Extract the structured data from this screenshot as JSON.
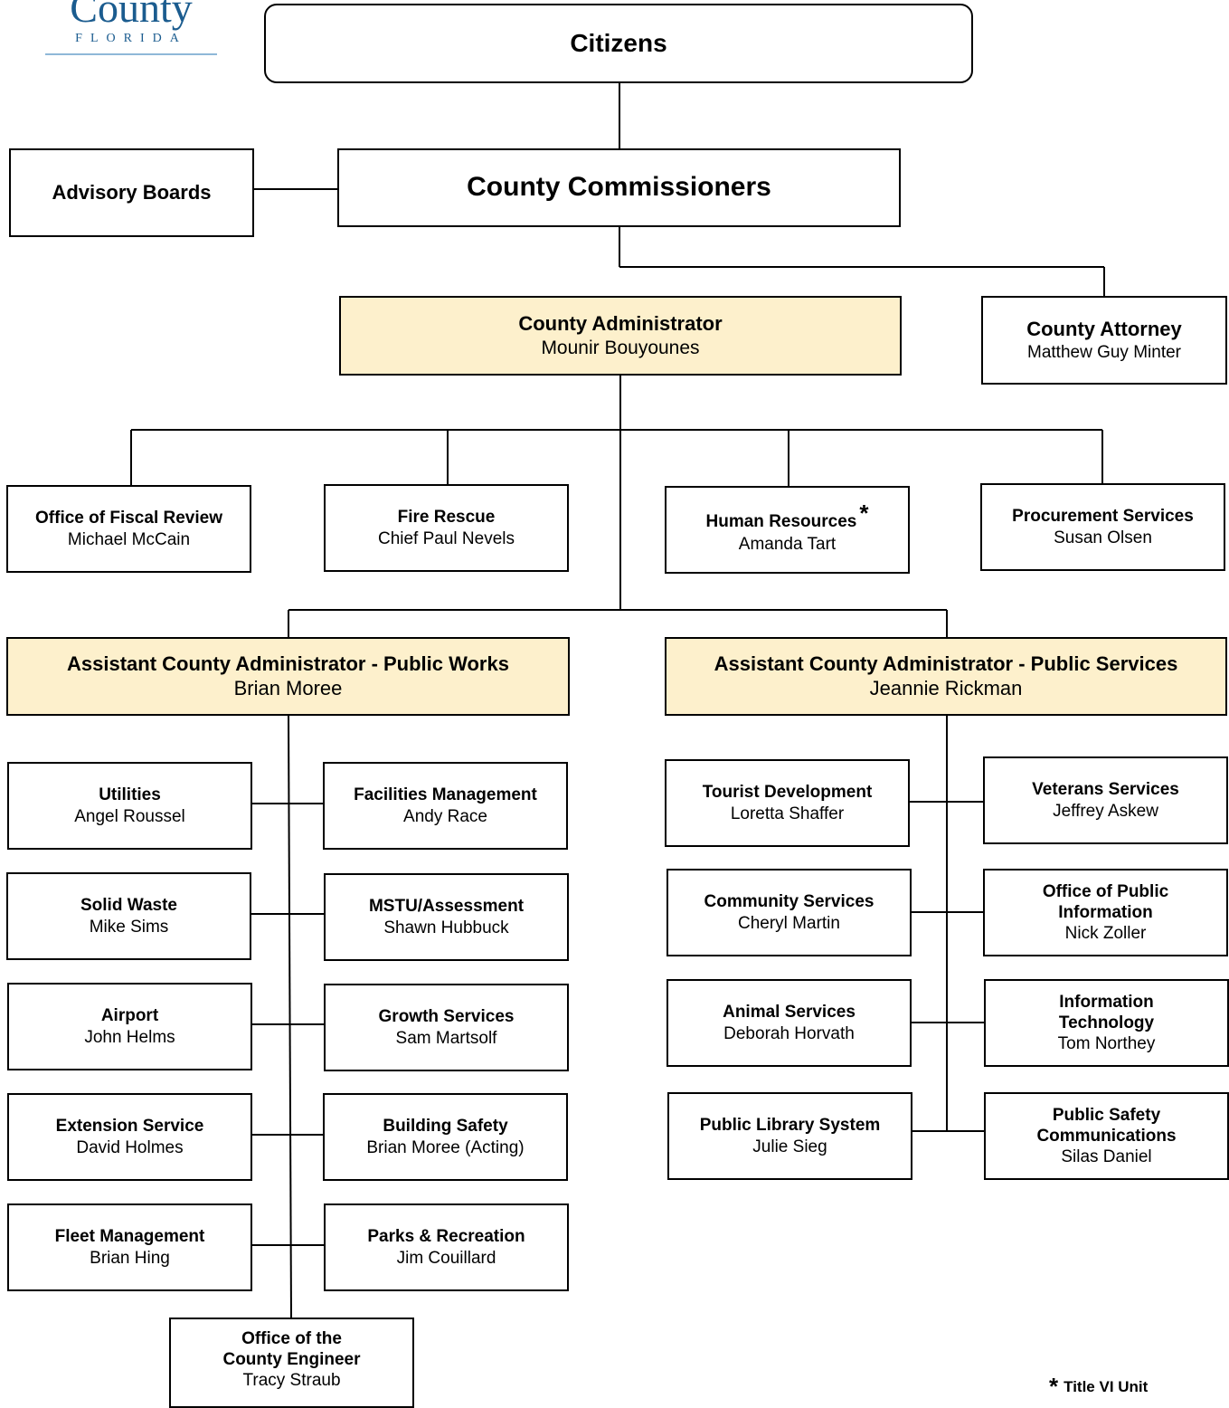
{
  "logo": {
    "word": "County",
    "state": "FLORIDA"
  },
  "top": {
    "citizens": "Citizens",
    "commissioners": "County Commissioners",
    "advisory_boards": "Advisory Boards",
    "administrator": {
      "title": "County Administrator",
      "name": "Mounir Bouyounes"
    },
    "attorney": {
      "title": "County Attorney",
      "name": "Matthew Guy Minter"
    }
  },
  "direct_reports": [
    {
      "title": "Office of Fiscal Review",
      "name": "Michael McCain"
    },
    {
      "title": "Fire Rescue",
      "name": "Chief Paul Nevels"
    },
    {
      "title": "Human Resources",
      "name": "Amanda Tart",
      "mark": "*"
    },
    {
      "title": "Procurement Services",
      "name": "Susan Olsen"
    }
  ],
  "public_works": {
    "head": {
      "title": "Assistant County Administrator - Public Works",
      "name": "Brian Moree"
    },
    "left": [
      {
        "title": "Utilities",
        "name": "Angel Roussel"
      },
      {
        "title": "Solid Waste",
        "name": "Mike Sims"
      },
      {
        "title": "Airport",
        "name": "John Helms"
      },
      {
        "title": "Extension Service",
        "name": "David Holmes"
      },
      {
        "title": "Fleet Management",
        "name": "Brian Hing"
      }
    ],
    "right": [
      {
        "title": "Facilities Management",
        "name": "Andy Race"
      },
      {
        "title": "MSTU/Assessment",
        "name": "Shawn Hubbuck"
      },
      {
        "title": "Growth Services",
        "name": "Sam Martsolf"
      },
      {
        "title": "Building Safety",
        "name": "Brian Moree (Acting)"
      },
      {
        "title": "Parks & Recreation",
        "name": "Jim Couillard"
      }
    ],
    "bottom": {
      "title1": "Office of the",
      "title2": "County Engineer",
      "name": "Tracy Straub"
    }
  },
  "public_services": {
    "head": {
      "title": "Assistant County Administrator - Public Services",
      "name": "Jeannie Rickman"
    },
    "left": [
      {
        "title": "Tourist Development",
        "name": "Loretta Shaffer"
      },
      {
        "title": "Community Services",
        "name": "Cheryl Martin"
      },
      {
        "title": "Animal Services",
        "name": "Deborah Horvath"
      },
      {
        "title": "Public Library System",
        "name": "Julie Sieg"
      }
    ],
    "right": [
      {
        "title1": "Veterans Services",
        "title2": "",
        "name": "Jeffrey Askew"
      },
      {
        "title1": "Office of Public",
        "title2": "Information",
        "name": "Nick Zoller"
      },
      {
        "title1": "Information",
        "title2": "Technology",
        "name": "Tom Northey"
      },
      {
        "title1": "Public Safety",
        "title2": "Communications",
        "name": "Silas Daniel"
      }
    ]
  },
  "footnote": {
    "mark": "*",
    "text": "Title VI Unit"
  }
}
